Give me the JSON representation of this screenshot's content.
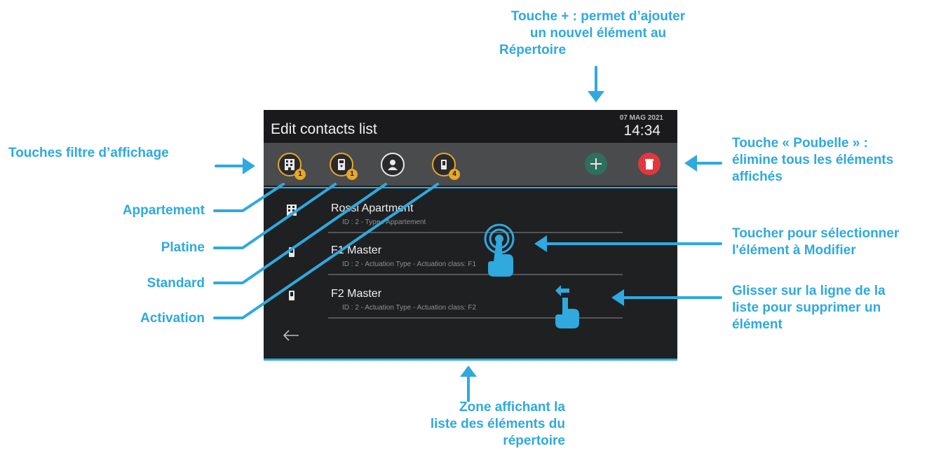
{
  "screen": {
    "title": "Edit contacts list",
    "date": "07 MAG 2021",
    "time": "14:34",
    "filters": [
      {
        "icon": "building-icon",
        "badge": "1"
      },
      {
        "icon": "door-panel-icon",
        "badge": "1"
      },
      {
        "icon": "person-icon",
        "badge": ""
      },
      {
        "icon": "actuator-icon",
        "badge": "4"
      }
    ],
    "add_icon": "plus-icon",
    "trash_icon": "trash-icon",
    "rows": [
      {
        "title": "Rossi Apartment",
        "subtitle": "ID : 2 - Type : Appartement"
      },
      {
        "title": "F1 Master",
        "subtitle": "ID : 2 - Actuation Type - Actuation class: F1"
      },
      {
        "title": "F2 Master",
        "subtitle": "ID : 2 - Actuation Type - Actuation class: F2"
      }
    ],
    "back_icon": "back-arrow-icon"
  },
  "callouts": {
    "top": [
      "Touche + : permet d’ajouter",
      "un nouvel élément au",
      "Répertoire"
    ],
    "filters": "Touches filtre d’affichage",
    "trash": [
      "Touche « Poubelle » :",
      "élimine tous les éléments",
      "affichés"
    ],
    "appartement": "Appartement",
    "platine": "Platine",
    "standard": "Standard",
    "activation": "Activation",
    "select": [
      "Toucher pour sélectionner",
      "l'élément à Modifier"
    ],
    "swipe": [
      "Glisser sur la ligne de la",
      "liste pour supprimer un",
      "élément"
    ],
    "bottom": [
      "Zone affichant la",
      "liste des éléments du",
      "répertoire"
    ]
  },
  "colors": {
    "accent": "#2fa9de",
    "filter_orange": "#e8a72a",
    "add_green": "#2f6f5f",
    "trash_red": "#e2363f",
    "screen_bg": "#1d1e20"
  }
}
